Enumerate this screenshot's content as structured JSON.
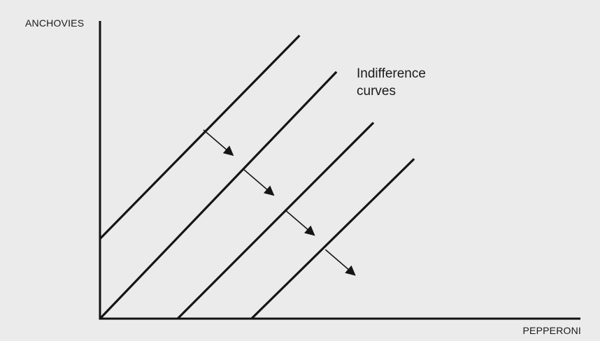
{
  "figure": {
    "y_axis_label": "ANCHOVIES",
    "x_axis_label": "PEPPERONI",
    "curves_label_line1": "Indifference",
    "curves_label_line2": "curves"
  },
  "chart_data": {
    "type": "line",
    "xlabel": "PEPPERONI",
    "ylabel": "ANCHOVIES",
    "annotations": [
      "Indifference",
      "curves"
    ],
    "series": [
      {
        "x": [
          0,
          2.7
        ],
        "y": [
          1.1,
          3.9
        ]
      },
      {
        "x": [
          0,
          3.2
        ],
        "y": [
          0,
          3.4
        ]
      },
      {
        "x": [
          1.05,
          3.7
        ],
        "y": [
          0,
          2.7
        ]
      },
      {
        "x": [
          2.05,
          4.25
        ],
        "y": [
          0,
          2.2
        ]
      }
    ],
    "arrows": [
      {
        "from": [
          1.4,
          2.6
        ],
        "to": [
          1.8,
          2.25
        ]
      },
      {
        "from": [
          1.95,
          2.05
        ],
        "to": [
          2.35,
          1.7
        ]
      },
      {
        "from": [
          2.5,
          1.5
        ],
        "to": [
          2.9,
          1.15
        ]
      },
      {
        "from": [
          3.05,
          0.95
        ],
        "to": [
          3.45,
          0.6
        ]
      }
    ],
    "xlim": [
      0,
      6.5
    ],
    "ylim": [
      0,
      4.1
    ],
    "grid": false,
    "arrow_color": "#151515",
    "line_color": "#151515",
    "background": "#ebebeb"
  }
}
